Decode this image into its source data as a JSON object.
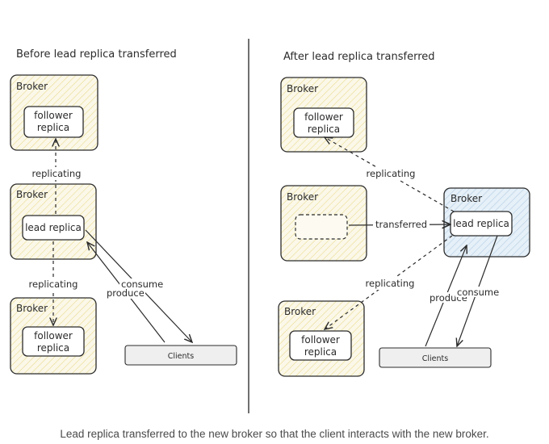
{
  "left": {
    "title": "Before lead replica transferred",
    "top_broker": {
      "label": "Broker",
      "replica": [
        "follower",
        "replica"
      ]
    },
    "middle_broker": {
      "label": "Broker",
      "replica": "lead replica"
    },
    "bottom_broker": {
      "label": "Broker",
      "replica": [
        "follower",
        "replica"
      ]
    },
    "edge_top": "replicating",
    "edge_bottom": "replicating",
    "edge_consume": "consume",
    "edge_produce": "produce",
    "clients": "Clients"
  },
  "right": {
    "title": "After lead replica transferred",
    "top_broker": {
      "label": "Broker",
      "replica": [
        "follower",
        "replica"
      ]
    },
    "empty_broker": {
      "label": "Broker"
    },
    "new_broker": {
      "label": "Broker",
      "replica": "lead replica"
    },
    "bottom_broker": {
      "label": "Broker",
      "replica": [
        "follower",
        "replica"
      ]
    },
    "edge_transferred": "transferred",
    "edge_top": "replicating",
    "edge_bottom": "replicating",
    "edge_produce": "produce",
    "edge_consume": "consume",
    "clients": "Clients"
  },
  "caption": "Lead replica transferred to the new broker so that the client interacts with the new broker.",
  "colors": {
    "broker_fill": "#fbf8e9",
    "broker_hatch": "#ecdf9c",
    "new_broker_fill": "#e6f0f8",
    "new_broker_hatch": "#b9d1e6",
    "stroke": "#2b2b2b",
    "clients_fill": "#efefef",
    "divider": "#333333"
  }
}
